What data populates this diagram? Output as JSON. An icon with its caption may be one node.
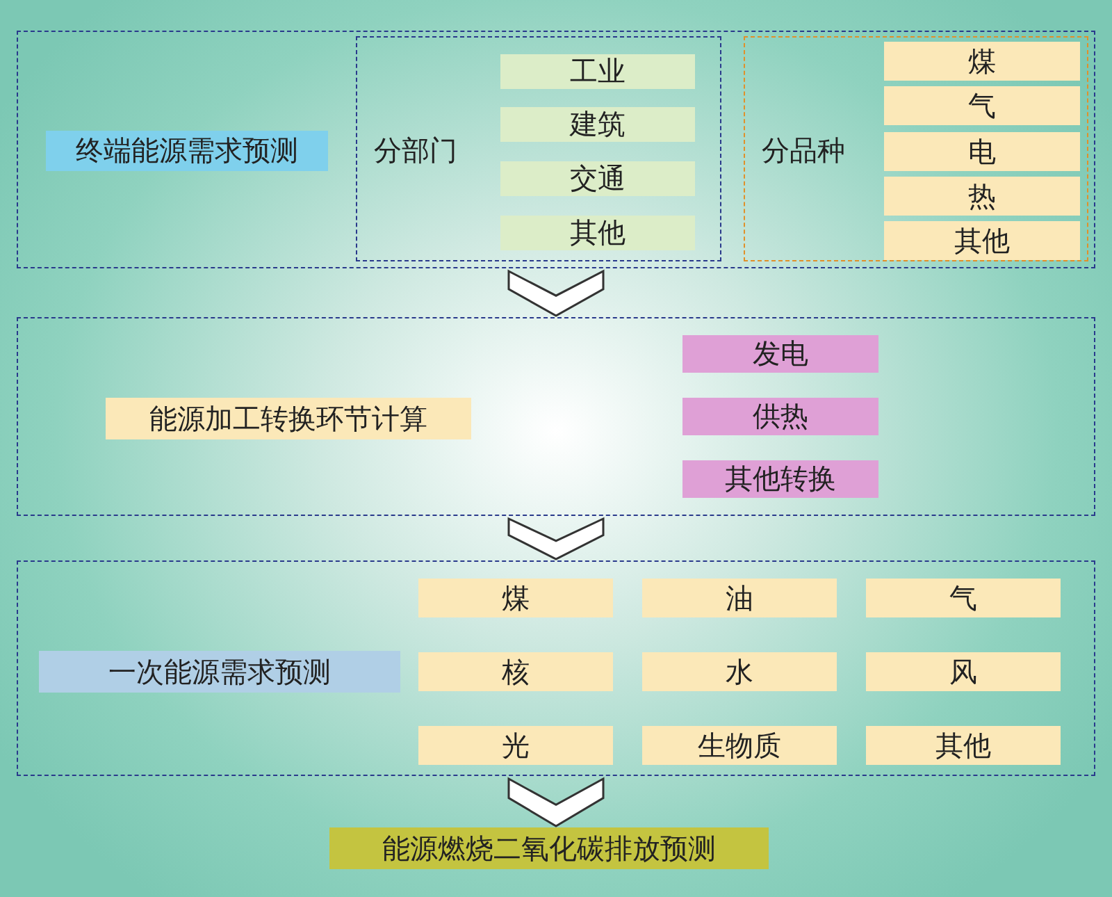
{
  "diagram": {
    "nodes": [
      {
        "text": [],
        "shape": "box"
      },
      {
        "text": [
          "终端能源需求预测"
        ],
        "in": 0
      },
      {
        "text": [
          "分部门"
        ],
        "in": 0
      },
      {
        "text": [
          "工业"
        ],
        "in": 2
      },
      {
        "text": [
          "建筑"
        ],
        "in": 2
      },
      {
        "text": [
          "交通"
        ],
        "in": 2
      },
      {
        "text": [
          "其他"
        ],
        "in": 2
      },
      {
        "text": [
          "分品种"
        ],
        "in": 0
      },
      {
        "text": [
          "煤"
        ],
        "in": 7
      },
      {
        "text": [
          "气"
        ],
        "in": 7
      },
      {
        "text": [
          "电"
        ],
        "in": 7
      },
      {
        "text": [
          "热"
        ],
        "in": 7
      },
      {
        "text": [
          "其他"
        ],
        "in": 7
      },
      {
        "text": [],
        "shape": "box"
      },
      {
        "text": [
          "能源加工转换环节计算"
        ],
        "in": 13
      },
      {
        "text": [
          "发电"
        ],
        "in": 13
      },
      {
        "text": [
          "供热"
        ],
        "in": 13
      },
      {
        "text": [
          "其他转换"
        ],
        "in": 13
      },
      {
        "text": [],
        "shape": "box"
      },
      {
        "text": [
          "一次能源需求预测"
        ],
        "in": 18
      },
      {
        "text": [
          "煤"
        ],
        "in": 18
      },
      {
        "text": [
          "油"
        ],
        "in": 18
      },
      {
        "text": [
          "气"
        ],
        "in": 18
      },
      {
        "text": [
          "核"
        ],
        "in": 18
      },
      {
        "text": [
          "水"
        ],
        "in": 18
      },
      {
        "text": [
          "风"
        ],
        "in": 18
      },
      {
        "text": [
          "光"
        ],
        "in": 18
      },
      {
        "text": [
          "生物质"
        ],
        "in": 18
      },
      {
        "text": [
          "其他"
        ],
        "in": 18
      },
      {
        "text": [
          "能源燃烧二氧化碳排放预测"
        ]
      }
    ],
    "edges": [
      {
        "from": 0,
        "to": 13,
        "arrow": "to"
      },
      {
        "from": 13,
        "to": 18,
        "arrow": "to"
      },
      {
        "from": 18,
        "to": 29,
        "arrow": "to"
      }
    ]
  }
}
